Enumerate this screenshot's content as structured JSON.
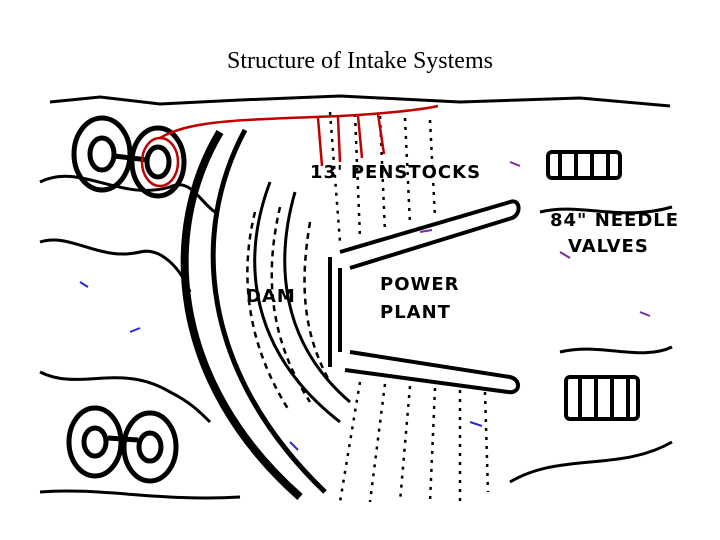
{
  "title": "Structure of Intake Systems",
  "labels": {
    "penstocks": "13' PENSTOCKS",
    "needle_valves_line1": "84\" NEEDLE",
    "needle_valves_line2": "VALVES",
    "dam": "DAM",
    "power_plant_line1": "POWER",
    "power_plant_line2": "PLANT"
  },
  "colors": {
    "ink": "#000000",
    "highlight_red": "#c00000",
    "noise_blue": "#2b2bd6",
    "noise_purple": "#7a2a9a"
  }
}
